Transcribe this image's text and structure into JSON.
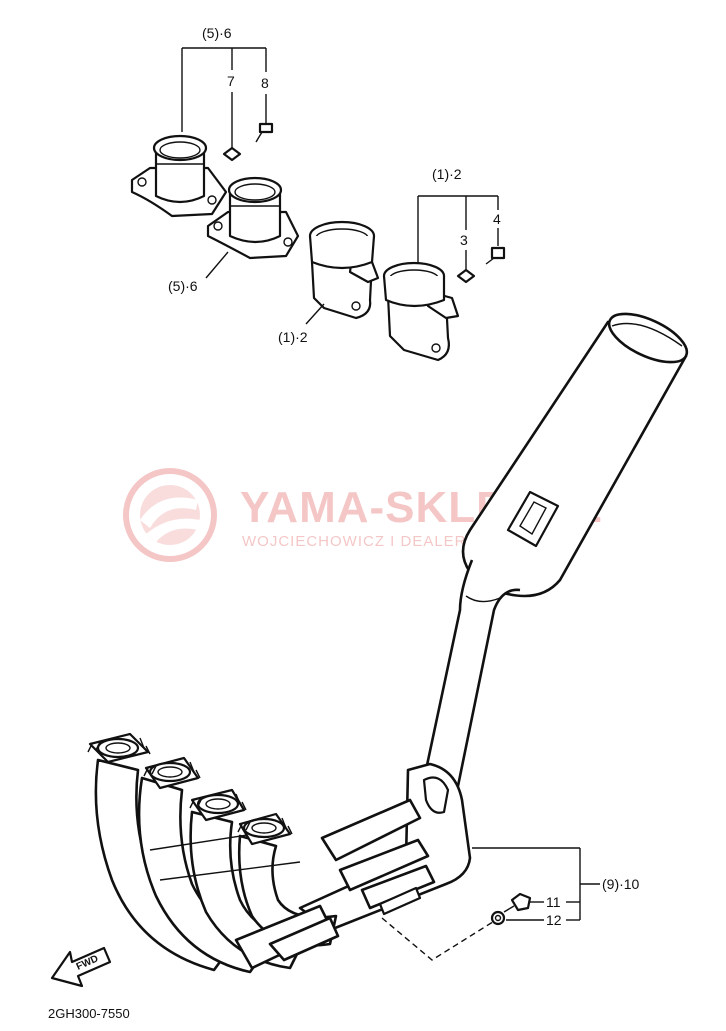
{
  "diagram": {
    "part_labels": {
      "top_left_group": "(5)·6",
      "p7": "7",
      "p8": "8",
      "left_joint": "(5)·6",
      "middle_joint": "(1)·2",
      "right_group": "(1)·2",
      "p3": "3",
      "p4": "4",
      "muffler_group": "(9)·10",
      "p11": "11",
      "p12": "12"
    },
    "fwd_arrow": "FWD",
    "drawing_code": "2GH300-7550"
  },
  "watermark": {
    "brand": "YAMA-SKLEP.PL",
    "subtitle": "WOJCIECHOWICZ I DEALER YAMAHA",
    "color": "#e05050"
  }
}
